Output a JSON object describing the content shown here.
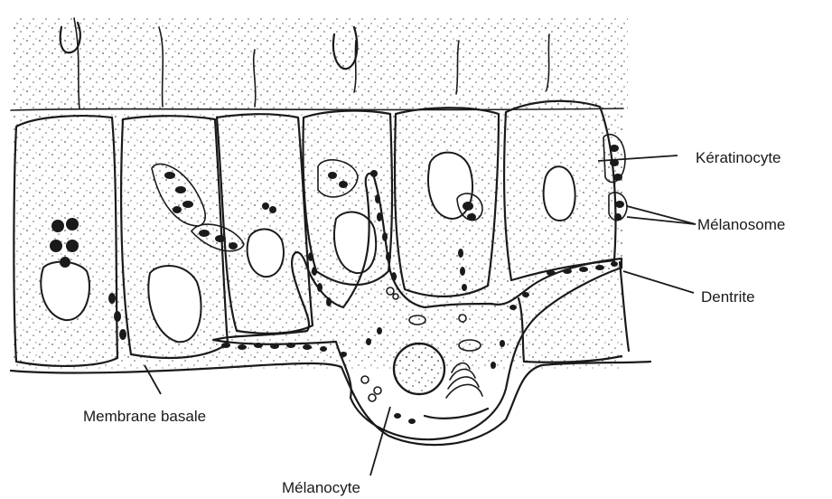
{
  "labels": {
    "keratinocyte": "Kératinocyte",
    "melanosome": "Mélanosome",
    "dentrite": "Dentrite",
    "membrane_basale": "Membrane basale",
    "melanocyte": "Mélanocyte"
  },
  "colors": {
    "ink": "#1a1a1a",
    "paper": "#ffffff"
  }
}
